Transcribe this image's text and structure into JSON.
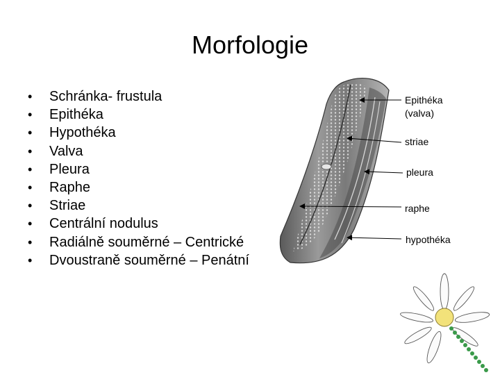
{
  "slide": {
    "title": "Morfologie",
    "bullet_glyph": "•",
    "bullets": [
      "Schránka- frustula",
      "Epithéka",
      "Hypothéka",
      "Valva",
      "Pleura",
      "Raphe",
      "Striae",
      "Centrální nodulus",
      "Radiálně souměrné – Centrické",
      "Dvoustraně souměrné – Penátní"
    ]
  },
  "diagram": {
    "labels": {
      "epitheka_line1": "Epithéka",
      "epitheka_line2": "(valva)",
      "striae": "striae",
      "pleura": "pleura",
      "raphe": "raphe",
      "hypotheka": "hypothéka"
    },
    "colors": {
      "cell_dark": "#555555",
      "cell_light": "#cfcfcf",
      "flower_center": "#f2e27a",
      "chain": "#3a9a4a"
    }
  }
}
